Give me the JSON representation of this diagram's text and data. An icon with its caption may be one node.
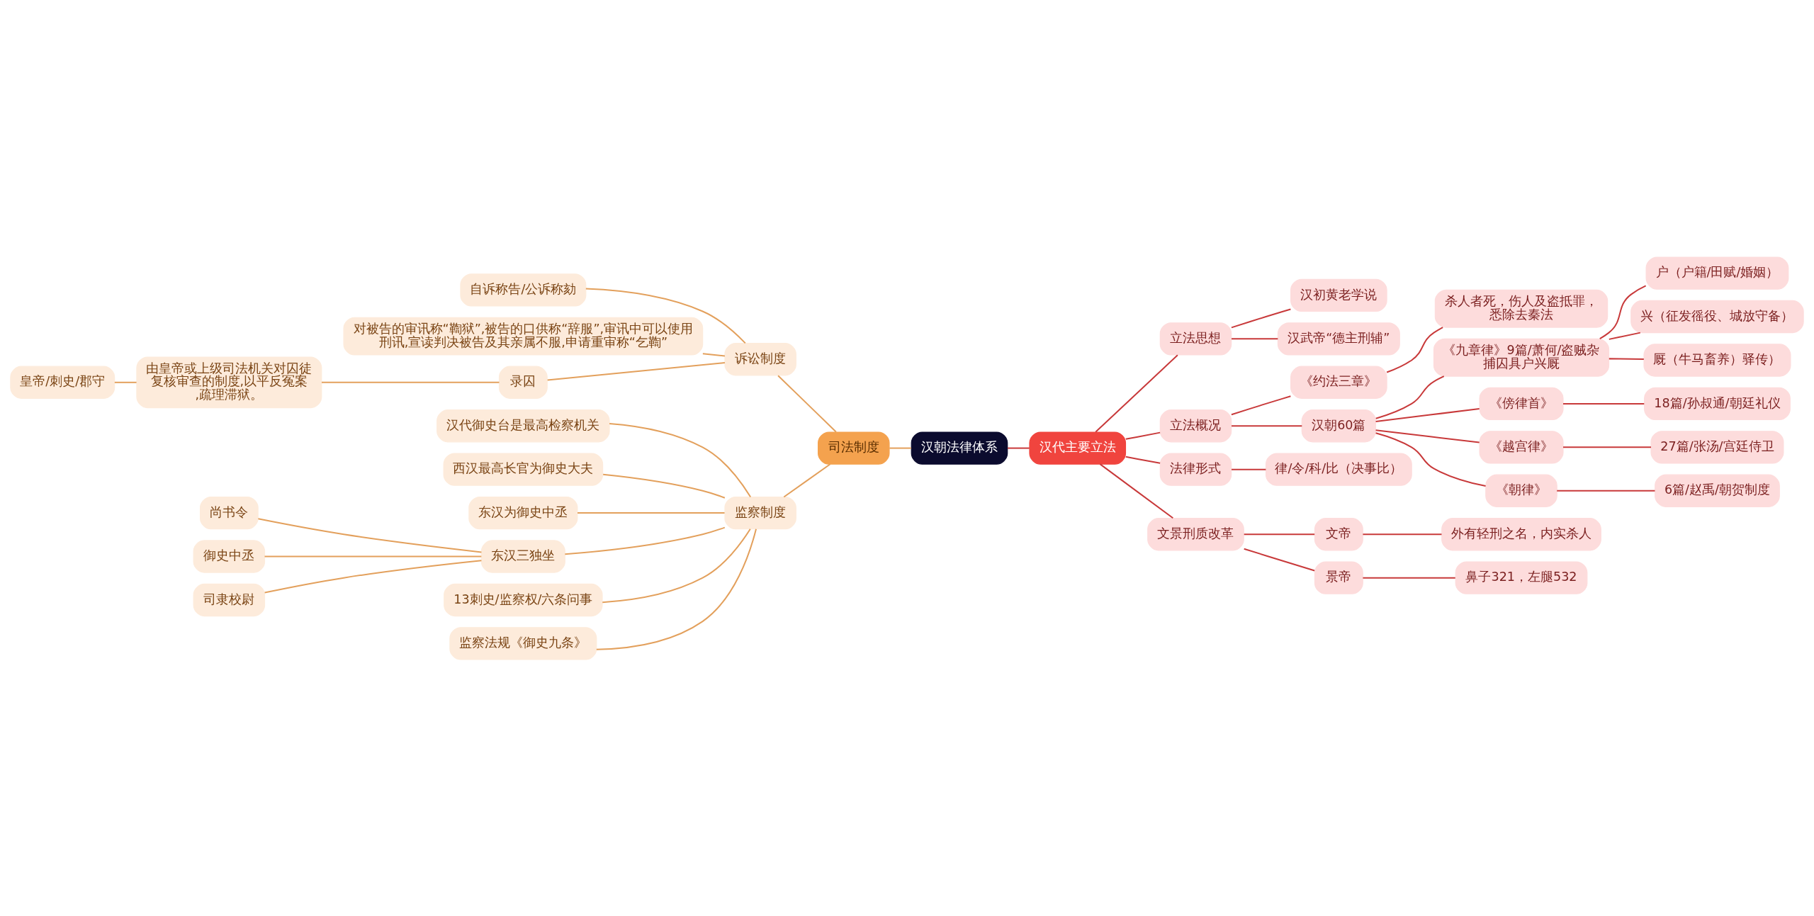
{
  "diagram": {
    "nodes": [
      {
        "text": [
          "汉朝法律体系"
        ]
      },
      {
        "text": [
          "司法制度"
        ]
      },
      {
        "text": [
          "诉讼制度"
        ]
      },
      {
        "text": [
          "自诉称告/公诉称劾"
        ]
      },
      {
        "text": [
          "对被告的审讯称“鞫狱”,被告的口供称“辞服”,审讯中可以使用刑讯,宣读判决被告及其亲属不服,申请重审称“乞鞫”"
        ]
      },
      {
        "text": [
          "录囚"
        ]
      },
      {
        "text": [
          "由皇帝或上级司法机关对囚徒复核审查的制度,以平反冤案,疏理滞狱。"
        ]
      },
      {
        "text": [
          "皇帝/刺史/郡守"
        ]
      },
      {
        "text": [
          "监察制度"
        ]
      },
      {
        "text": [
          "汉代御史台是最高检察机关"
        ]
      },
      {
        "text": [
          "西汉最高长官为御史大夫"
        ]
      },
      {
        "text": [
          "东汉为御史中丞"
        ]
      },
      {
        "text": [
          "东汉三独坐"
        ]
      },
      {
        "text": [
          "尚书令"
        ]
      },
      {
        "text": [
          "御史中丞"
        ]
      },
      {
        "text": [
          "司隶校尉"
        ]
      },
      {
        "text": [
          "13刺史/监察权/六条问事"
        ]
      },
      {
        "text": [
          "监察法规《御史九条》"
        ]
      },
      {
        "text": [
          "汉代主要立法"
        ]
      },
      {
        "text": [
          "立法思想"
        ]
      },
      {
        "text": [
          "汉初黄老学说"
        ]
      },
      {
        "text": [
          "汉武帝“德主刑辅”"
        ]
      },
      {
        "text": [
          "立法概况"
        ]
      },
      {
        "text": [
          "《约法三章》"
        ]
      },
      {
        "text": [
          "杀人者死，伤人及盗抵罪，悉除去秦法"
        ]
      },
      {
        "text": [
          "汉朝60篇"
        ]
      },
      {
        "text": [
          "《九章律》9篇/萧何/盗贼杂捕囚具户兴厩"
        ]
      },
      {
        "text": [
          "户（户籍/田赋/婚姻）"
        ]
      },
      {
        "text": [
          "兴（征发徭役、城放守备）"
        ]
      },
      {
        "text": [
          "厩（牛马畜养）驿传）"
        ]
      },
      {
        "text": [
          "《傍律首》"
        ]
      },
      {
        "text": [
          "18篇/孙叔通/朝廷礼仪"
        ]
      },
      {
        "text": [
          "《越宫律》"
        ]
      },
      {
        "text": [
          "27篇/张汤/宫廷侍卫"
        ]
      },
      {
        "text": [
          "《朝律》"
        ]
      },
      {
        "text": [
          "6篇/赵禹/朝贺制度"
        ]
      },
      {
        "text": [
          "法律形式"
        ]
      },
      {
        "text": [
          "律/令/科/比（决事比）"
        ]
      },
      {
        "text": [
          "文景刑质改革"
        ]
      },
      {
        "text": [
          "文帝"
        ]
      },
      {
        "text": [
          "外有轻刑之名，内实杀人"
        ]
      },
      {
        "text": [
          "景帝"
        ]
      },
      {
        "text": [
          "鼻子321，左腿532"
        ]
      }
    ],
    "edges": [
      {
        "from": 1,
        "to": 0,
        "arrow": "none",
        "color": "#e3a05c"
      },
      {
        "from": 2,
        "to": 1,
        "arrow": "none",
        "color": "#e3a05c"
      },
      {
        "from": 3,
        "to": 2,
        "arrow": "none",
        "color": "#e3a05c"
      },
      {
        "from": 4,
        "to": 2,
        "arrow": "none",
        "color": "#e3a05c"
      },
      {
        "from": 5,
        "to": 2,
        "arrow": "none",
        "color": "#e3a05c"
      },
      {
        "from": 6,
        "to": 5,
        "arrow": "none",
        "color": "#e3a05c"
      },
      {
        "from": 7,
        "to": 6,
        "arrow": "none",
        "color": "#e3a05c"
      },
      {
        "from": 8,
        "to": 1,
        "arrow": "none",
        "color": "#e3a05c"
      },
      {
        "from": 9,
        "to": 8,
        "arrow": "none",
        "color": "#e3a05c"
      },
      {
        "from": 10,
        "to": 8,
        "arrow": "none",
        "color": "#e3a05c"
      },
      {
        "from": 11,
        "to": 8,
        "arrow": "none",
        "color": "#e3a05c"
      },
      {
        "from": 12,
        "to": 8,
        "arrow": "none",
        "color": "#e3a05c"
      },
      {
        "from": 13,
        "to": 12,
        "arrow": "none",
        "color": "#e3a05c"
      },
      {
        "from": 14,
        "to": 12,
        "arrow": "none",
        "color": "#e3a05c"
      },
      {
        "from": 15,
        "to": 12,
        "arrow": "none",
        "color": "#e3a05c"
      },
      {
        "from": 16,
        "to": 8,
        "arrow": "none",
        "color": "#e3a05c"
      },
      {
        "from": 17,
        "to": 8,
        "arrow": "none",
        "color": "#e3a05c"
      },
      {
        "from": 0,
        "to": 18,
        "arrow": "none"
      },
      {
        "from": 18,
        "to": 19,
        "arrow": "none"
      },
      {
        "from": 19,
        "to": 20,
        "arrow": "none"
      },
      {
        "from": 19,
        "to": 21,
        "arrow": "none"
      },
      {
        "from": 18,
        "to": 22,
        "arrow": "none"
      },
      {
        "from": 22,
        "to": 23,
        "arrow": "none"
      },
      {
        "from": 23,
        "to": 24,
        "arrow": "none"
      },
      {
        "from": 22,
        "to": 25,
        "arrow": "none"
      },
      {
        "from": 25,
        "to": 26,
        "arrow": "none"
      },
      {
        "from": 26,
        "to": 27,
        "arrow": "none"
      },
      {
        "from": 26,
        "to": 28,
        "arrow": "none"
      },
      {
        "from": 26,
        "to": 29,
        "arrow": "none"
      },
      {
        "from": 25,
        "to": 30,
        "arrow": "none"
      },
      {
        "from": 30,
        "to": 31,
        "arrow": "none"
      },
      {
        "from": 25,
        "to": 32,
        "arrow": "none"
      },
      {
        "from": 32,
        "to": 33,
        "arrow": "none"
      },
      {
        "from": 25,
        "to": 34,
        "arrow": "none"
      },
      {
        "from": 34,
        "to": 35,
        "arrow": "none"
      },
      {
        "from": 18,
        "to": 36,
        "arrow": "none"
      },
      {
        "from": 36,
        "to": 37,
        "arrow": "none"
      },
      {
        "from": 18,
        "to": 38,
        "arrow": "none"
      },
      {
        "from": 38,
        "to": 39,
        "arrow": "none"
      },
      {
        "from": 39,
        "to": 40,
        "arrow": "none"
      },
      {
        "from": 38,
        "to": 41,
        "arrow": "none"
      },
      {
        "from": 41,
        "to": 42,
        "arrow": "none"
      }
    ]
  }
}
